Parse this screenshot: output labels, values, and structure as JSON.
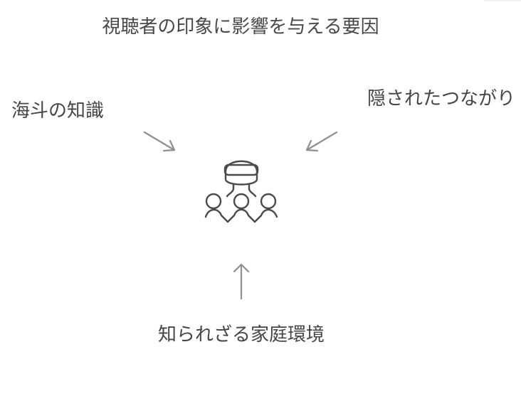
{
  "title": "視聴者の印象に影響を与える要因",
  "factors": {
    "left": "海斗の知識",
    "right": "隠されたつながり",
    "bottom": "知られざる家庭環境"
  },
  "icon": "audience-vr-headset-icon",
  "colors": {
    "text": "#454545",
    "arrow": "#8f8f8f",
    "icon": "#4a4a4a",
    "background": "#ffffff"
  }
}
